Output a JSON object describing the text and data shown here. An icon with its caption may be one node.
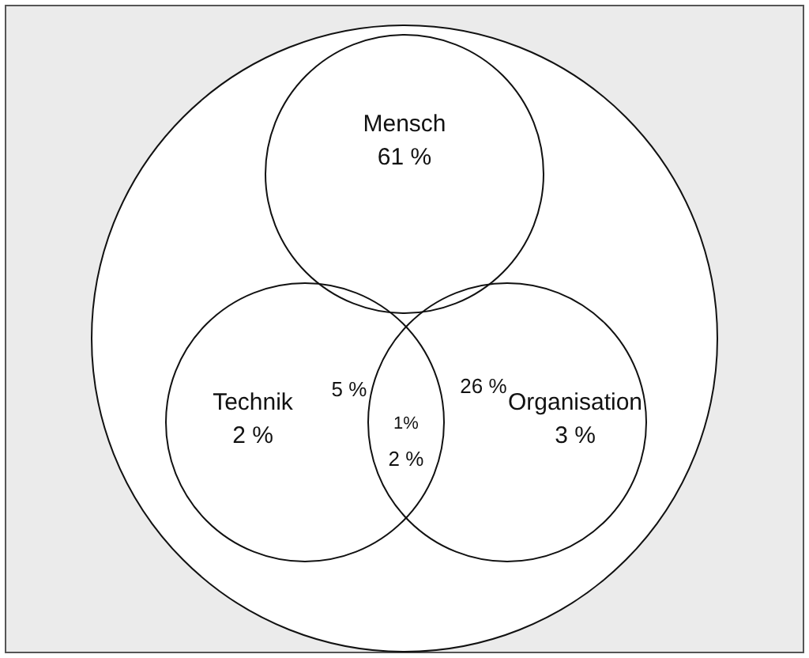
{
  "diagram": {
    "nodes": [
      {
        "text": [],
        "shape": "circle"
      },
      {
        "text": [
          "Mensch",
          "61 %"
        ],
        "in": 0
      },
      {
        "text": [
          "Technik",
          "2 %"
        ],
        "in": 0
      },
      {
        "text": [
          "Organisation",
          "3 %"
        ],
        "in": 0
      }
    ],
    "labels": [
      "5 %",
      "26 %",
      "1%",
      "2 %"
    ]
  }
}
